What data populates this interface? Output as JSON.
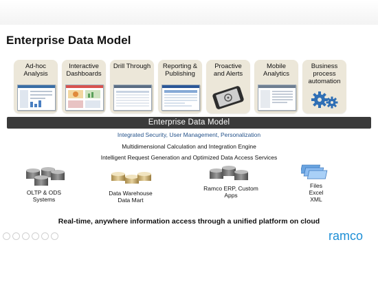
{
  "title": "Enterprise Data Model",
  "tiles": [
    {
      "label": "Ad-hoc\nAnalysis",
      "icon": "report-screenshot-icon"
    },
    {
      "label": "Interactive\nDashboards",
      "icon": "dashboard-screenshot-icon"
    },
    {
      "label": "Drill Through",
      "icon": "table-screenshot-icon"
    },
    {
      "label": "Reporting &\nPublishing",
      "icon": "report-publishing-screenshot-icon"
    },
    {
      "label": "Proactive\nand Alerts",
      "icon": "mobile-phone-icon"
    },
    {
      "label": "Mobile\nAnalytics",
      "icon": "mobile-analytics-screenshot-icon"
    },
    {
      "label": "Business\nprocess\nautomation",
      "icon": "gears-icon"
    }
  ],
  "band": "Enterprise Data Model",
  "services": {
    "line1": "Integrated Security,  User Management,  Personalization",
    "line2": "Multidimensional Calculation and Integration Engine",
    "line3": "Intelligent Request Generation and Optimized Data Access Services"
  },
  "sources": [
    {
      "label": "OLTP & ODS\nSystems",
      "icon": "database-icon"
    },
    {
      "label": "Data Warehouse\nData Mart",
      "icon": "database-icon"
    },
    {
      "label": "Ramco ERP,  Custom\nApps",
      "icon": "database-icon"
    },
    {
      "label": "Files\nExcel\nXML",
      "icon": "files-icon"
    }
  ],
  "tagline": "Real-time, anywhere information access through a unified platform on cloud",
  "logo": "ramco",
  "colors": {
    "tile": "#ece7d9",
    "band": "#3a3a3a",
    "accent": "#24528a",
    "logo": "#1e8fd6"
  }
}
